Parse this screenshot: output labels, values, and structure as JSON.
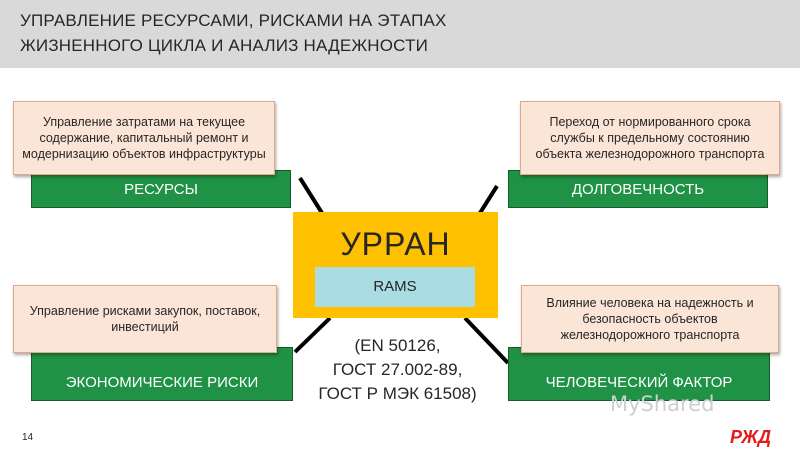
{
  "header": {
    "title": "Управление ресурсами, рисками на этапах\nжизненного цикла и анализ надежности"
  },
  "center": {
    "title": "УРРАН",
    "subtitle": "RAMS",
    "standards": "(EN 50126,\nГОСТ 27.002-89,\nГОСТ Р МЭК 61508)"
  },
  "boxes": {
    "top_left": {
      "label": "РЕСУРСЫ",
      "note": "Управление затратами на текущее содержание, капитальный ремонт и модернизацию объектов инфраструктуры"
    },
    "top_right": {
      "label": "ДОЛГОВЕЧНОСТЬ",
      "note": "Переход от нормированного срока службы к предельному состоянию объекта железнодорожного транспорта"
    },
    "bottom_left": {
      "label": "ЭКОНОМИЧЕСКИЕ РИСКИ",
      "note": "Управление рисками закупок, поставок, инвестиций"
    },
    "bottom_right": {
      "label": "ЧЕЛОВЕЧЕСКИЙ ФАКТОР",
      "note": "Влияние человека на надежность и безопасность объектов железнодорожного транспорта"
    }
  },
  "footer": {
    "page_number": "14",
    "watermark": "MyShared",
    "logo": "РЖД"
  },
  "colors": {
    "header_bg": "#d9d9d9",
    "green": "#1f9245",
    "center": "#ffc000",
    "rams": "#a9dce3",
    "note": "#fbe5d6"
  }
}
